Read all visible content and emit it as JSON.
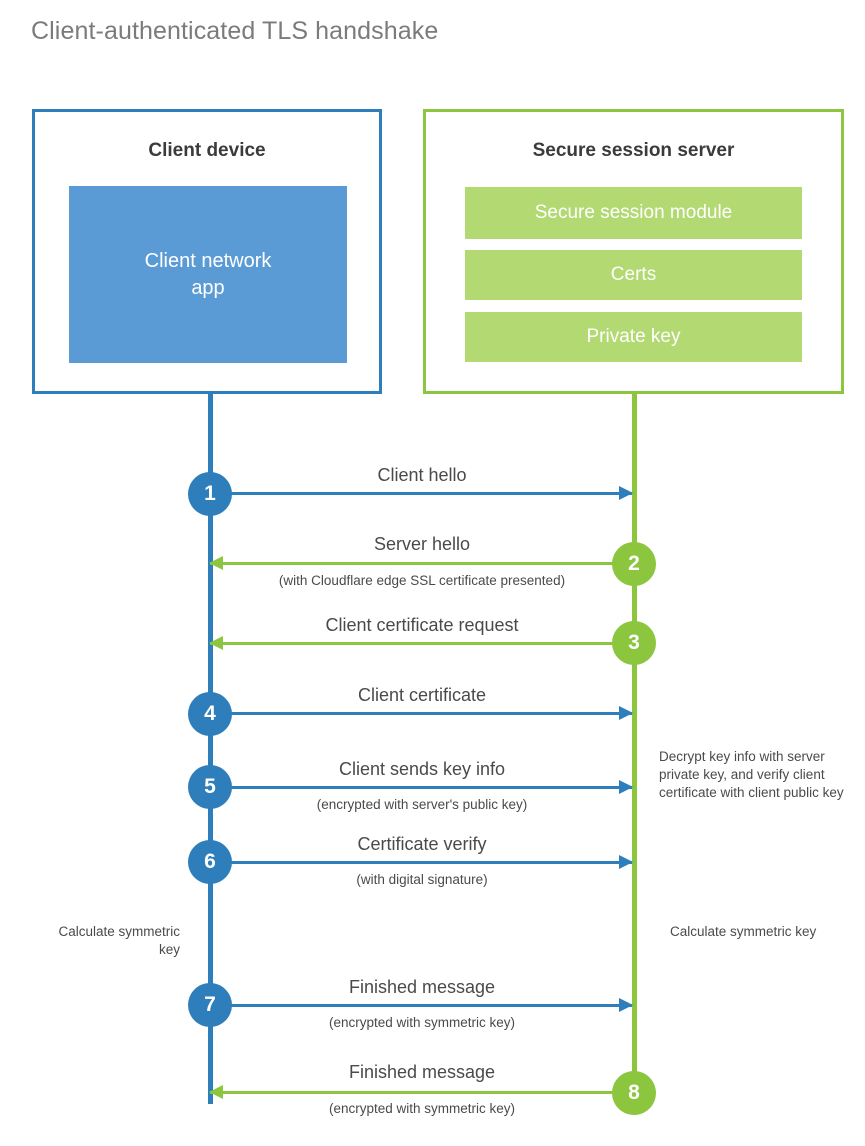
{
  "title": "Client-authenticated TLS handshake",
  "colors": {
    "client_blue": "#2e7ebc",
    "client_app_fill": "#5b9bd5",
    "server_green": "#8cc63e",
    "server_bar_fill": "#b2d972",
    "title_gray": "#7b7b7b",
    "text_gray": "#4a4a4a"
  },
  "client": {
    "title": "Client device",
    "app_label": "Client network\napp"
  },
  "server": {
    "title": "Secure session server",
    "bars": [
      {
        "label": "Secure session module"
      },
      {
        "label": "Certs"
      },
      {
        "label": "Private key"
      }
    ]
  },
  "steps": [
    {
      "number": "1",
      "label": "Client hello",
      "sublabel": "",
      "direction": "client-to-server",
      "color": "blue"
    },
    {
      "number": "2",
      "label": "Server hello",
      "sublabel": "(with Cloudflare edge SSL certificate presented)",
      "direction": "server-to-client",
      "color": "green"
    },
    {
      "number": "3",
      "label": "Client certificate request",
      "sublabel": "",
      "direction": "server-to-client",
      "color": "green"
    },
    {
      "number": "4",
      "label": "Client certificate",
      "sublabel": "",
      "direction": "client-to-server",
      "color": "blue"
    },
    {
      "number": "5",
      "label": "Client sends key info",
      "sublabel": "(encrypted with server's public key)",
      "direction": "client-to-server",
      "color": "blue"
    },
    {
      "number": "6",
      "label": "Certificate verify",
      "sublabel": "(with digital signature)",
      "direction": "client-to-server",
      "color": "blue"
    },
    {
      "number": "7",
      "label": "Finished message",
      "sublabel": "(encrypted with symmetric key)",
      "direction": "client-to-server",
      "color": "blue"
    },
    {
      "number": "8",
      "label": "Finished message",
      "sublabel": "(encrypted with symmetric key)",
      "direction": "server-to-client",
      "color": "green"
    }
  ],
  "notes": {
    "decrypt": "Decrypt key info with server private key, and verify client certificate with client public key",
    "calculate_client": "Calculate symmetric key",
    "calculate_server": "Calculate symmetric key"
  }
}
